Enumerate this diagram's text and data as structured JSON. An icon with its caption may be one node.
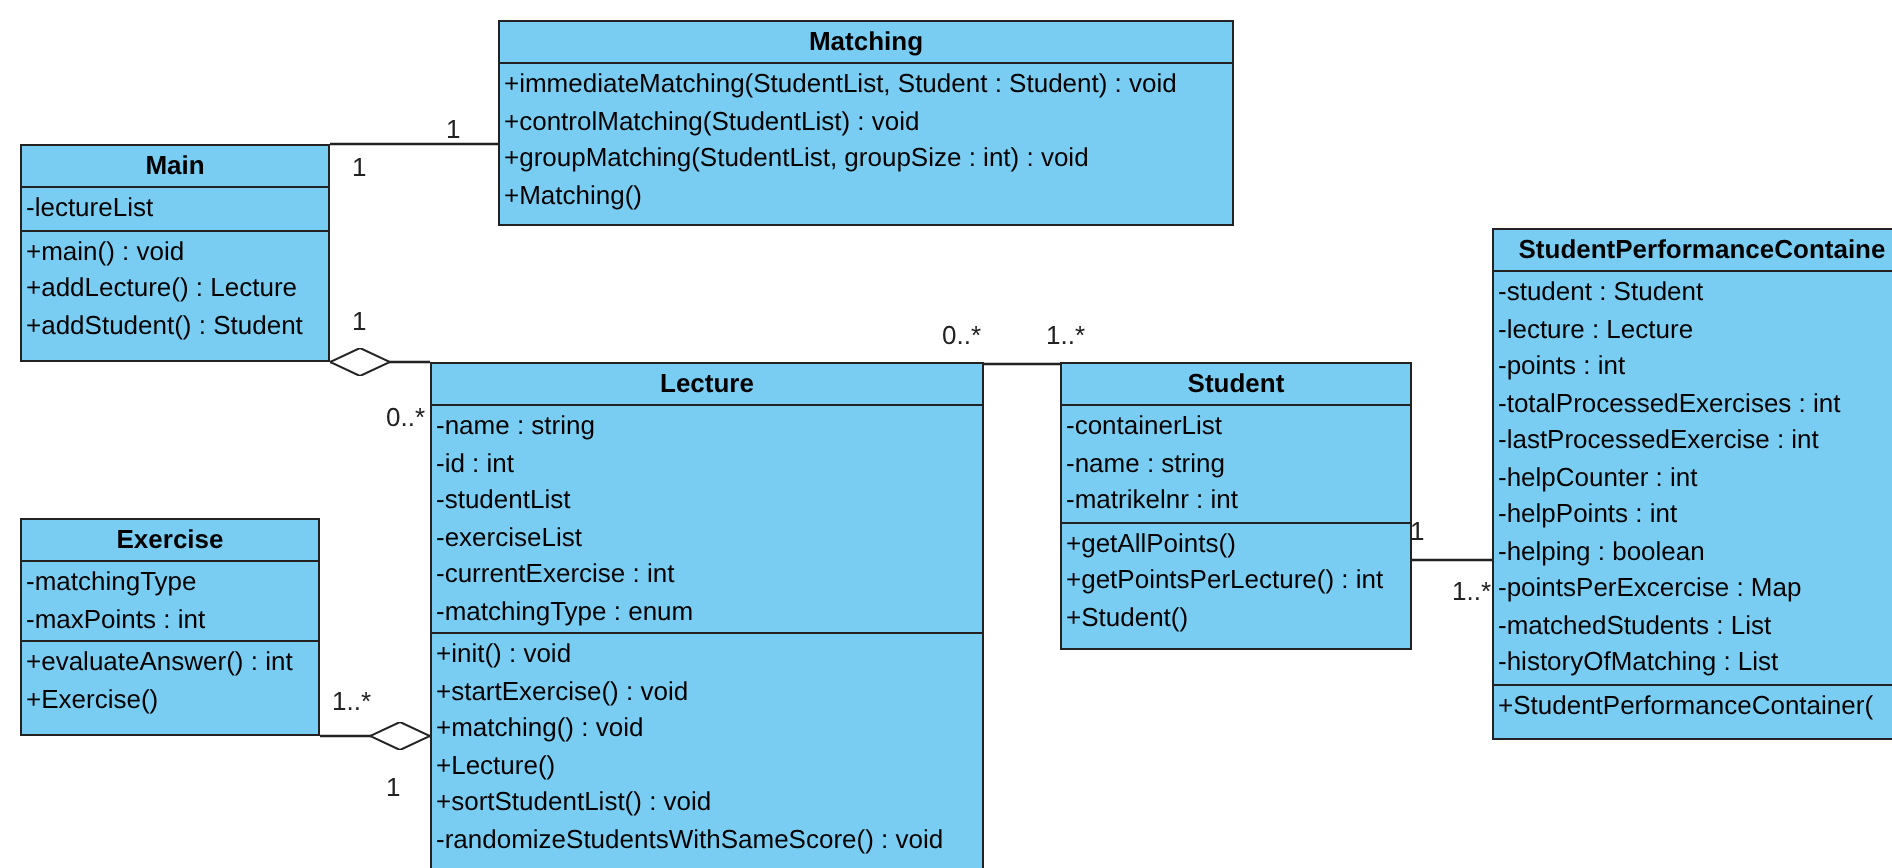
{
  "diagram": {
    "nodes": [
      {
        "text": [
          "Matching",
          "+immediateMatching(StudentList, Student : Student) : void",
          "+controlMatching(StudentList) : void",
          "+groupMatching(StudentList, groupSize : int) : void",
          "+Matching()"
        ]
      },
      {
        "text": [
          "Main",
          "-lectureList",
          "+main() : void",
          "+addLecture() : Lecture",
          "+addStudent() : Student"
        ]
      },
      {
        "text": [
          "Lecture",
          "-name : string",
          "-id : int",
          "-studentList",
          "-exerciseList",
          "-currentExercise : int",
          "-matchingType : enum",
          "+init() : void",
          "+startExercise() : void",
          "+matching() : void",
          "+Lecture()",
          "+sortStudentList() : void",
          "-randomizeStudentsWithSameScore() : void"
        ]
      },
      {
        "text": [
          "Student",
          "-containerList",
          "-name : string",
          "-matrikelnr : int",
          "+getAllPoints()",
          "+getPointsPerLecture() : int",
          "+Student()"
        ]
      },
      {
        "text": [
          "Exercise",
          "-matchingType",
          "-maxPoints : int",
          "+evaluateAnswer() : int",
          "+Exercise()"
        ]
      },
      {
        "text": [
          "StudentPerformanceContaine",
          "-student : Student",
          "-lecture : Lecture",
          "-points : int",
          "-totalProcessedExercises : int",
          "-lastProcessedExercise : int",
          "-helpCounter : int",
          "-helpPoints : int",
          "-helping : boolean",
          "-pointsPerExcercise : Map",
          "-matchedStudents : List",
          "-historyOfMatching : List",
          "+StudentPerformanceContainer("
        ]
      }
    ],
    "edges": [
      {
        "from": 1,
        "to": 0,
        "arrow": "none"
      },
      {
        "from": 1,
        "to": 2,
        "arrow": "other"
      },
      {
        "from": 2,
        "to": 3,
        "arrow": "none"
      },
      {
        "from": 2,
        "to": 4,
        "arrow": "other"
      },
      {
        "from": 3,
        "to": 5,
        "arrow": "none"
      }
    ],
    "labels": [
      "1",
      "1",
      "1",
      "0..*",
      "1..*",
      "0..*",
      "1",
      "1..*",
      "1..*",
      "1"
    ]
  }
}
